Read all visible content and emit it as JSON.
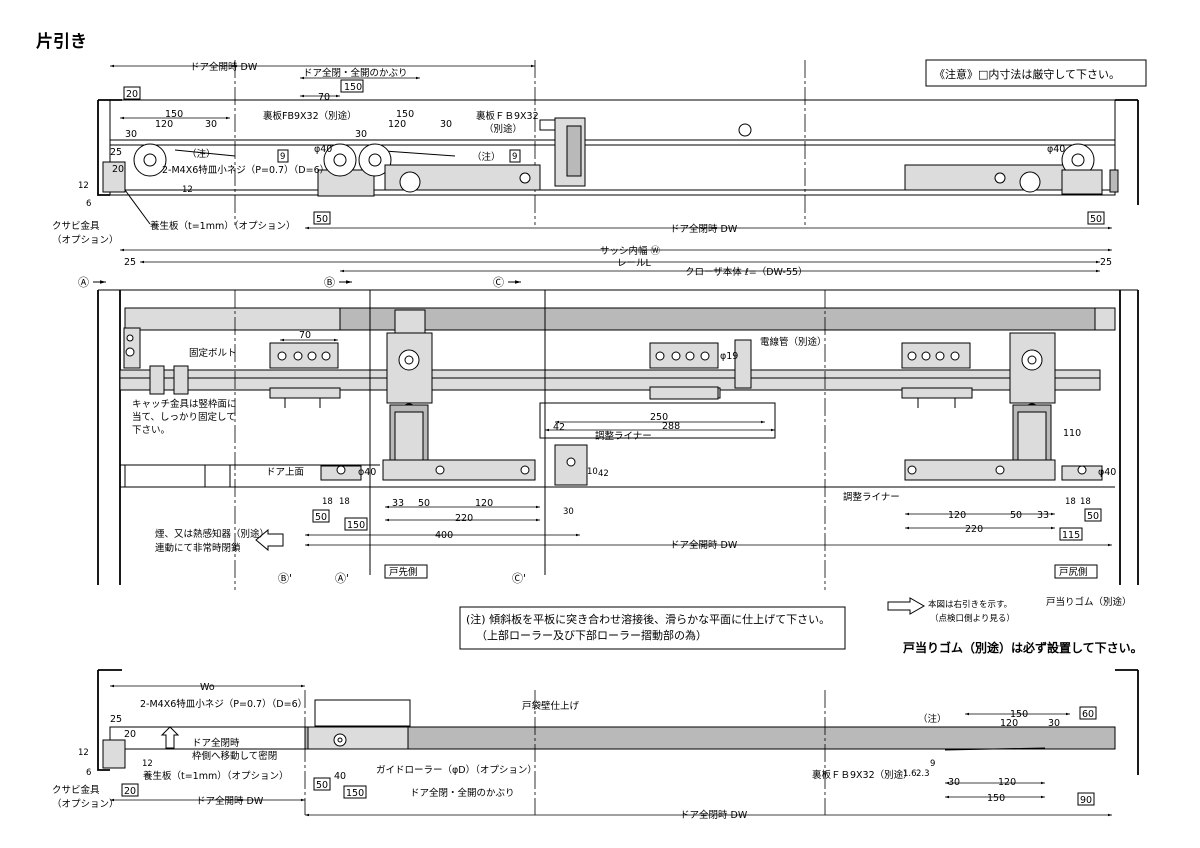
{
  "title": "片引き",
  "caution": "《注意》□内寸法は厳守して下さい。",
  "top": {
    "door_full_open_dw": "ドア全開時 DW",
    "overlap": "ドア全閉・全開のかぶり",
    "d20": "20",
    "d150": "150",
    "d120": "120",
    "d30": "30",
    "d70": "70",
    "d25": "25",
    "d12": "12",
    "d6": "6",
    "d50": "50",
    "d9": "9",
    "phi40": "φ40",
    "backplate": "裏板FB9X32（別途）",
    "backplate2a": "裏板ＦＢ9X32",
    "backplate2b": "（別途）",
    "note_mark": "（注）",
    "screw": "2-M4X6特皿小ネジ（P=0.7）（D=6）",
    "protect_plate": "養生板（t=1mm）（オプション）",
    "wedge_a": "クサビ金具",
    "wedge_b": "（オプション）",
    "door_full_close_dw": "ドア全閉時 DW"
  },
  "mid": {
    "sash_width": "サッシ内幅 Ⓦ",
    "rail": "レールL",
    "closer": "クローザ本体 ℓ=（DW-55）",
    "d25": "25",
    "sec_a": "Ⓐ",
    "sec_b": "Ⓑ",
    "sec_c": "Ⓒ",
    "sec_a2": "Ⓐ'",
    "sec_b2": "Ⓑ'",
    "sec_c2": "Ⓒ'",
    "fixing_bolt": "固定ボルト",
    "catch1": "キャッチ金具は竪枠面に",
    "catch2": "当て、しっかり固定して",
    "catch3": "下さい。",
    "d70": "70",
    "phi19": "φ19",
    "conduit": "電線管（別途）",
    "d42": "42",
    "d250": "250",
    "d288": "288",
    "d110": "110",
    "adjust_liner": "調整ライナー",
    "door_top": "ドア上面",
    "phi40": "φ40",
    "d18": "18",
    "d33": "33",
    "d50": "50",
    "d120": "120",
    "d220": "220",
    "d400": "400",
    "d150": "150",
    "d115": "115",
    "d10": "10",
    "d30": "30",
    "smoke1": "煙、又は熱感知器（別途）",
    "smoke2": "連動にて非常時閉鎖",
    "door_full_open_dw": "ドア全開時 DW",
    "door_front": "戸先側",
    "door_rear": "戸尻側",
    "note1": "(注) 傾斜板を平板に突き合わせ溶接後、滑らかな平面に仕上げて下さい。",
    "note2": "（上部ローラー及び下部ローラー摺動部の為）",
    "legend1": "本図は右引きを示す。",
    "legend2": "（点検口側より見る）",
    "stopper": "戸当りゴム（別途）",
    "stopper_note": "戸当りゴム（別途）は必ず設置して下さい。"
  },
  "bottom": {
    "wo": "Wo",
    "screw": "2-M4X6特皿小ネジ（P=0.7）（D=6）",
    "d25": "25",
    "d20": "20",
    "d12": "12",
    "d6": "6",
    "d40": "40",
    "d50": "50",
    "d150": "150",
    "d120": "120",
    "d30": "30",
    "d60": "60",
    "d90": "90",
    "move1": "ドア全閉時",
    "move2": "枠側へ移動して密閉",
    "protect_plate": "養生板（t=1mm）（オプション）",
    "guide_roller": "ガイドローラー（φD）（オプション）",
    "pocket_wall": "戸袋壁仕上げ",
    "note_mark": "（注）",
    "backplate": "裏板ＦＢ9X32（別途）",
    "d16": "1.6",
    "d23": "2.3",
    "d9": "9",
    "wedge_a": "クサビ金具",
    "wedge_b": "（オプション）",
    "door_full_open_dw": "ドア全開時 DW",
    "overlap": "ドア全閉・全開のかぶり",
    "door_full_close_dw": "ドア全閉時 DW"
  }
}
